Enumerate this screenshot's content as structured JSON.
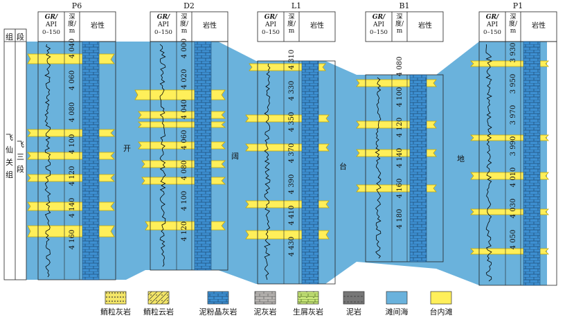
{
  "colors": {
    "sea": "#6ab2dc",
    "shoal": "#ffef5a",
    "shoal_edge": "#c8a800",
    "brick": "#3d8fd1",
    "brick_line": "#1f4f7a",
    "log": "#000000",
    "marl": "#b9b6b3",
    "mudstone": "#777777",
    "legend_bg": "#ffffff"
  },
  "left_column": {
    "group_header": "组",
    "member_header": "段",
    "group_name": "飞仙关组",
    "member_name": "飞三段"
  },
  "column_headers": {
    "gr": "GR/",
    "api": "API",
    "range": "0–150",
    "depth": "深度/m",
    "lithology": "岩性"
  },
  "region_labels": [
    "开",
    "阔",
    "台",
    "地"
  ],
  "wells": [
    {
      "name": "P6",
      "depths": [
        "4 040",
        "4 060",
        "4 080",
        "4 100",
        "4 120",
        "4 140",
        "4 160"
      ]
    },
    {
      "name": "D2",
      "depths": [
        "4 000",
        "4 020",
        "4 040",
        "4 060",
        "4 080",
        "4 100",
        "4 120"
      ]
    },
    {
      "name": "L1",
      "depths": [
        "4 310",
        "4 330",
        "4 350",
        "4 370",
        "4 390",
        "4 410",
        "4 430"
      ]
    },
    {
      "name": "B1",
      "depths": [
        "4 080",
        "4 100",
        "4 120",
        "4 140",
        "4 160",
        "4 180"
      ]
    },
    {
      "name": "P1",
      "depths": [
        "3 930",
        "3 950",
        "3 970",
        "3 990",
        "4 010",
        "4 030",
        "4 050"
      ]
    }
  ],
  "legend": [
    {
      "key": "oolitic_limestone",
      "label": "鲕粒灰岩"
    },
    {
      "key": "oolitic_dolomite",
      "label": "鲕粒云岩"
    },
    {
      "key": "micrite",
      "label": "泥粉晶灰岩"
    },
    {
      "key": "marl",
      "label": "泥灰岩"
    },
    {
      "key": "bioclastic",
      "label": "生屑灰岩"
    },
    {
      "key": "mudstone",
      "label": "泥岩"
    },
    {
      "key": "open_sea",
      "label": "滩间海"
    },
    {
      "key": "platform_shoal",
      "label": "台内滩"
    }
  ]
}
